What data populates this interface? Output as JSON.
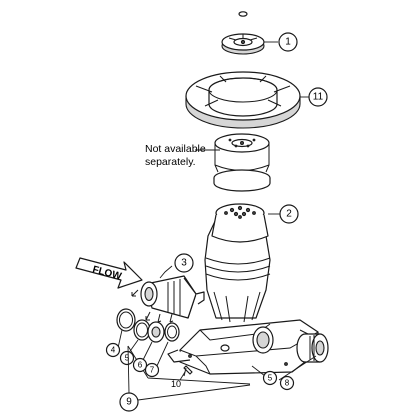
{
  "note": {
    "line1": "Not available",
    "line2": "separately."
  },
  "flow_label": "FLOW",
  "callouts": {
    "c1": "1",
    "c2": "2",
    "c3": "3",
    "c4": "4",
    "c5a": "5",
    "c5b": "5",
    "c6": "6",
    "c7": "7",
    "c8": "8",
    "c9": "9",
    "c10": "10",
    "c11": "11"
  }
}
